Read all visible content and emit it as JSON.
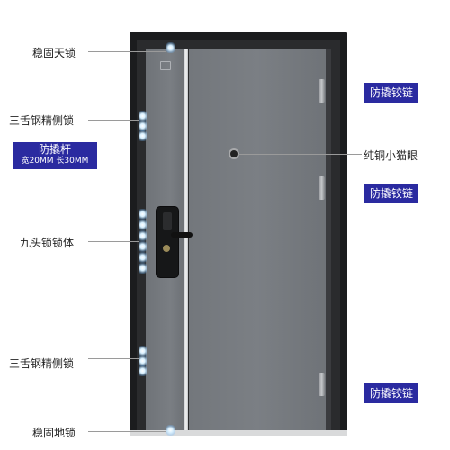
{
  "labels": {
    "top_lock": "稳固天锁",
    "side_bolt_top": "三舌钢精侧锁",
    "nine_head_lock": "九头锁锁体",
    "side_bolt_bottom": "三舌钢精侧锁",
    "floor_lock": "稳固地锁",
    "peephole": "纯铜小猫眼"
  },
  "anti_pry_rod": {
    "title": "防撬杆",
    "spec": "宽20MM 长30MM"
  },
  "hinge_badges": [
    "防撬铰链",
    "防撬铰链",
    "防撬铰链"
  ],
  "colors": {
    "badge_bg": "#2a2aa0",
    "door_leaf": "#767a7f",
    "frame": "#1b1c1e"
  }
}
